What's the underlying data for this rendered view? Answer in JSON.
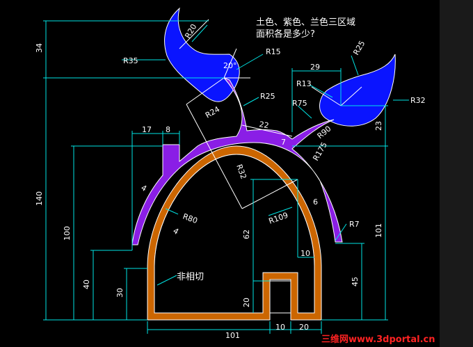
{
  "question": {
    "line1": "土色、紫色、兰色三区域",
    "line2": "面积各是多少?"
  },
  "labels": {
    "r20": "R20",
    "r35": "R35",
    "r15": "R15",
    "angle": "20°",
    "r25_top": "R25",
    "r25_mid": "R25",
    "r24": "R24",
    "r13": "R13",
    "r75": "R75",
    "r90": "R90",
    "r175": "R175",
    "r32_right": "R32",
    "r32_mid": "R32",
    "r80": "R80",
    "r109": "R109",
    "r7": "R7",
    "nontangent": "非相切"
  },
  "dimensions": {
    "d34": "34",
    "d29": "29",
    "d22": "22",
    "d7": "7",
    "d23": "23",
    "d17": "17",
    "d8": "8",
    "d4a": "4",
    "d4b": "4",
    "d6": "6",
    "d140": "140",
    "d100": "100",
    "d62": "62",
    "d101_right": "101",
    "d40": "40",
    "d30": "30",
    "d20_v": "20",
    "d10": "10",
    "d45": "45",
    "d101_bottom": "101",
    "d10_bottom": "10",
    "d20_bottom": "20"
  },
  "colors": {
    "earth": "#cc6600",
    "purple": "#8a1ee6",
    "blue": "#0a14ff",
    "dimension": "#00e5e5"
  },
  "watermark": "三维网www.3dportal.cn"
}
